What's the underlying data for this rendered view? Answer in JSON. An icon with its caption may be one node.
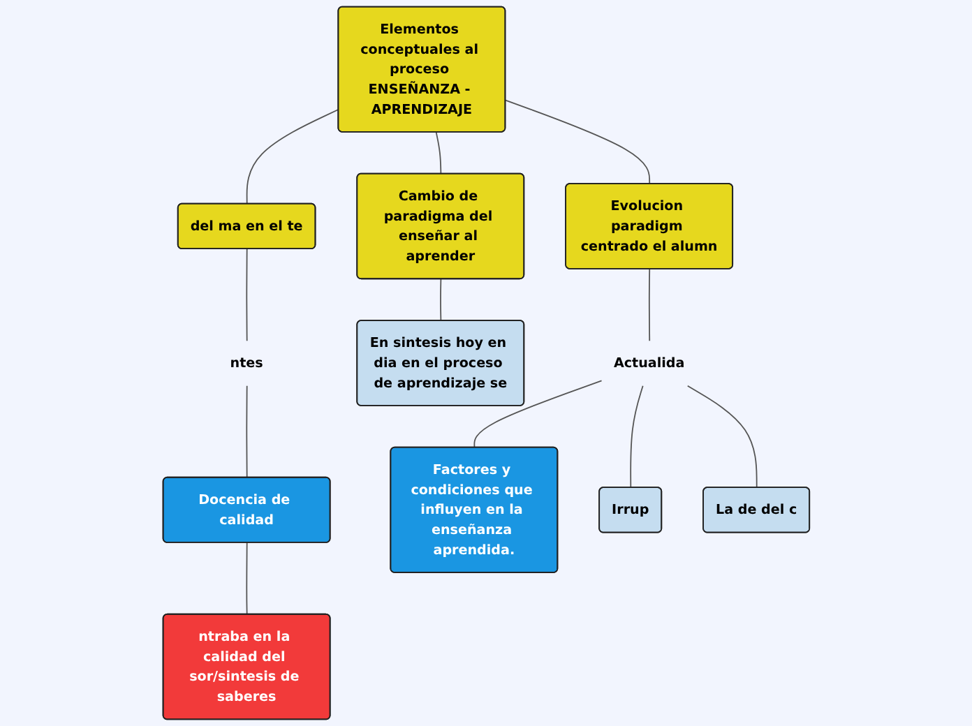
{
  "diagram": {
    "nodes": [
      {
        "text": [
          "Elementos conceptuales al proceso ENSEÑANZA - APRENDIZAJE"
        ]
      },
      {
        "text": [
          "del ma en el te"
        ]
      },
      {
        "text": [
          "ntes"
        ]
      },
      {
        "text": [
          "Docencia de calidad"
        ]
      },
      {
        "text": [
          "ntraba en la calidad del sor/sintesis de saberes"
        ]
      },
      {
        "text": [
          "Cambio de paradigma del enseñar al aprender"
        ]
      },
      {
        "text": [
          "En sintesis hoy en dia en el proceso de aprendizaje se"
        ]
      },
      {
        "text": [
          "Evolucion paradigm centrado el alumn"
        ]
      },
      {
        "text": [
          "Actualida"
        ]
      },
      {
        "text": [
          "Factores y condiciones que influyen en la enseñanza aprendida."
        ]
      },
      {
        "text": [
          "Irrup"
        ]
      },
      {
        "text": [
          "La de del c"
        ]
      }
    ],
    "edges": [
      {
        "from": 0,
        "to": 1,
        "arrow": "none"
      },
      {
        "from": 1,
        "to": 2,
        "arrow": "none"
      },
      {
        "from": 2,
        "to": 3,
        "arrow": "none"
      },
      {
        "from": 3,
        "to": 4,
        "arrow": "none"
      },
      {
        "from": 0,
        "to": 5,
        "arrow": "none"
      },
      {
        "from": 5,
        "to": 6,
        "arrow": "none"
      },
      {
        "from": 0,
        "to": 7,
        "arrow": "none"
      },
      {
        "from": 7,
        "to": 8,
        "arrow": "none"
      },
      {
        "from": 8,
        "to": 9,
        "arrow": "none"
      },
      {
        "from": 8,
        "to": 10,
        "arrow": "none"
      },
      {
        "from": 8,
        "to": 11,
        "arrow": "none"
      }
    ]
  }
}
